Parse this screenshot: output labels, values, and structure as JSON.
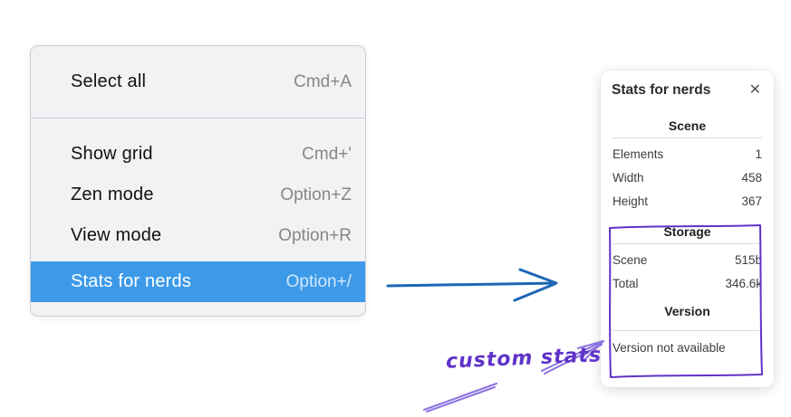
{
  "menu": {
    "items": [
      {
        "label": "Select all",
        "shortcut": "Cmd+A",
        "highlighted": false
      },
      {
        "label": "Show grid",
        "shortcut": "Cmd+'",
        "highlighted": false
      },
      {
        "label": "Zen mode",
        "shortcut": "Option+Z",
        "highlighted": false
      },
      {
        "label": "View mode",
        "shortcut": "Option+R",
        "highlighted": false
      },
      {
        "label": "Stats for nerds",
        "shortcut": "Option+/",
        "highlighted": true
      }
    ]
  },
  "stats": {
    "title": "Stats for nerds",
    "close_glyph": "✕",
    "sections": [
      {
        "title": "Scene",
        "rows": [
          {
            "label": "Elements",
            "value": "1"
          },
          {
            "label": "Width",
            "value": "458"
          },
          {
            "label": "Height",
            "value": "367"
          }
        ]
      },
      {
        "title": "Storage",
        "rows": [
          {
            "label": "Scene",
            "value": "515b"
          },
          {
            "label": "Total",
            "value": "346.6k"
          }
        ]
      },
      {
        "title": "Version",
        "note": "Version not available"
      }
    ]
  },
  "annotation": {
    "label": "custom stats"
  },
  "colors": {
    "highlight-blue": "#3d9ae9",
    "arrow-blue": "#1e66b5",
    "purple": "#5f32c8",
    "purple-light": "#8b72e0",
    "menu-bg": "#f1f2f4",
    "menu-border": "#c9cdd3",
    "menu-shortcut": "#878787"
  }
}
